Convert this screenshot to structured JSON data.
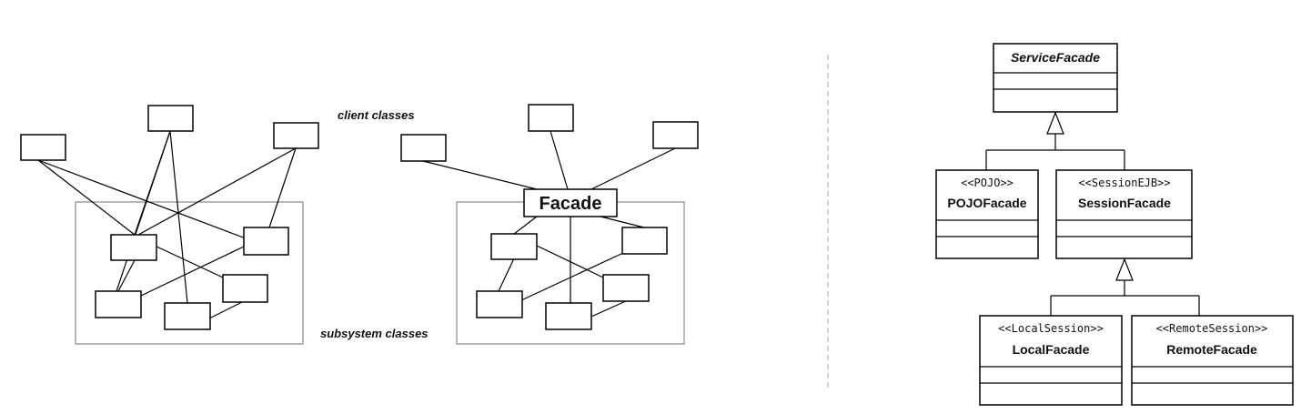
{
  "left_diagram": {
    "client_label": "client classes",
    "subsystem_label": "subsystem classes",
    "facade_label": "Facade"
  },
  "uml": {
    "service_facade": {
      "name": "ServiceFacade"
    },
    "pojo_facade": {
      "stereotype": "<<POJO>>",
      "name": "POJOFacade"
    },
    "session_facade": {
      "stereotype": "<<SessionEJB>>",
      "name": "SessionFacade"
    },
    "local_facade": {
      "stereotype": "<<LocalSession>>",
      "name": "LocalFacade"
    },
    "remote_facade": {
      "stereotype": "<<RemoteSession>>",
      "name": "RemoteFacade"
    }
  }
}
